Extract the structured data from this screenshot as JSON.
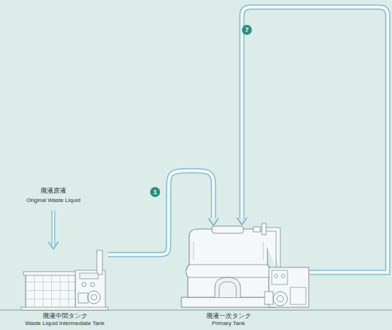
{
  "diagram": {
    "nodes": [
      {
        "text": [
          "廃液中間タンク",
          "Waste Liquid Intermediate Tank"
        ]
      },
      {
        "text": [
          "廃液一次タンク",
          "Primary Tank"
        ]
      }
    ],
    "edges": [
      {
        "from": 0,
        "to": 1,
        "arrow": "to"
      }
    ],
    "labels": [
      "廃液原液",
      "Original Waste Liquid",
      "1",
      "7"
    ]
  }
}
